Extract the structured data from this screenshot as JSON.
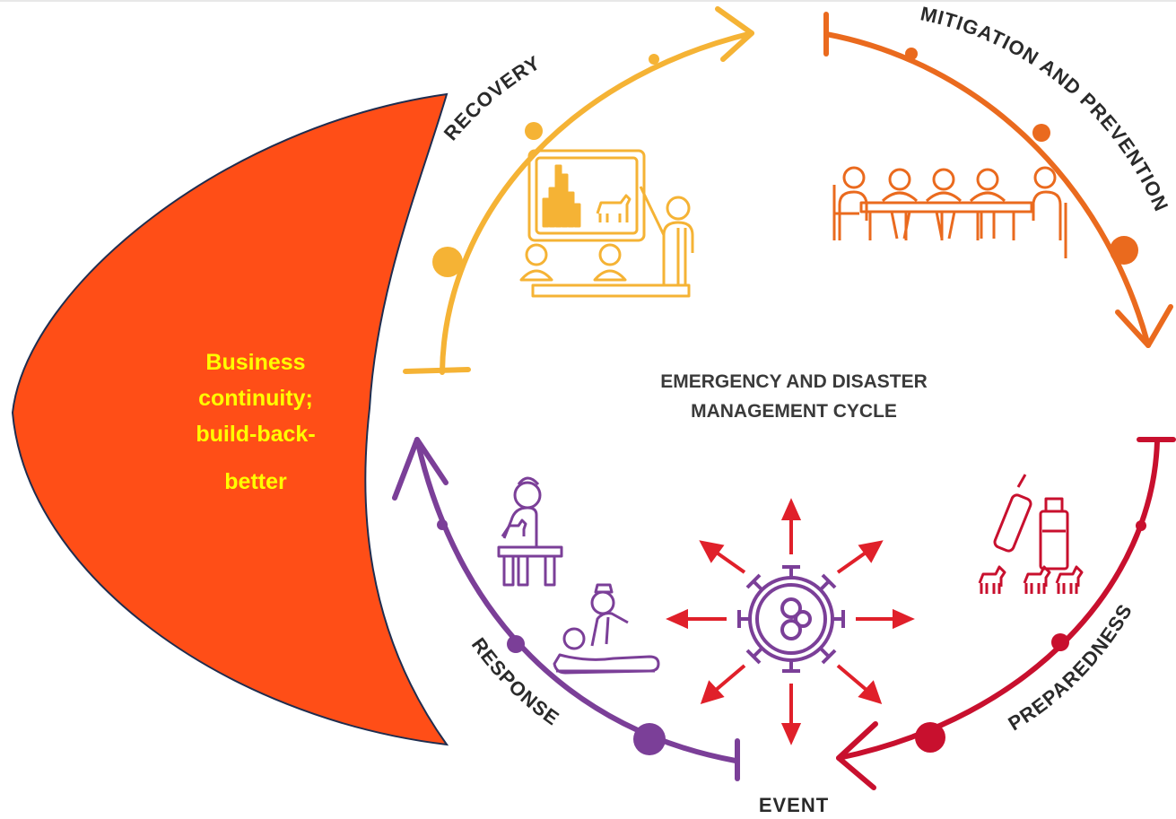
{
  "callout": {
    "lines": [
      "Business",
      "continuity;",
      "build-back-",
      "better"
    ],
    "fill_color": "#ff4e17",
    "border_color": "#1f2d4f",
    "text_color": "#ffff00"
  },
  "center_title": {
    "line1": "EMERGENCY AND DISASTER",
    "line2": "MANAGEMENT CYCLE"
  },
  "phases": {
    "recovery": {
      "label": "RECOVERY",
      "color": "#f5b335"
    },
    "mitigation": {
      "label": "MITIGATION AND PREVENTION",
      "color": "#ea6a1e"
    },
    "preparedness": {
      "label": "PREPAREDNESS",
      "color": "#c8102e"
    },
    "response": {
      "label": "RESPONSE",
      "color": "#7b3f98"
    }
  },
  "event": {
    "label": "EVENT",
    "color": "#e0202a"
  },
  "icons": {
    "recovery": "training-presentation-icon",
    "mitigation": "meeting-table-icon",
    "preparedness": "supplies-and-dogs-icon",
    "response_top": "vet-exam-icon",
    "response_bottom": "patient-treatment-icon",
    "event": "virus-icon"
  }
}
